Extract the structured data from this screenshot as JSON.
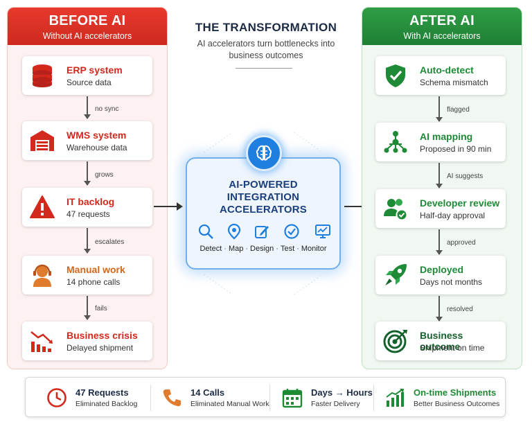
{
  "before": {
    "title": "BEFORE AI",
    "subtitle": "Without AI accelerators",
    "steps": [
      {
        "title": "ERP system",
        "detail": "Source data",
        "icon": "database-icon"
      },
      {
        "title": "WMS system",
        "detail": "Warehouse data",
        "icon": "warehouse-icon"
      },
      {
        "title": "IT backlog",
        "detail": "47 requests",
        "icon": "warning-icon"
      },
      {
        "title": "Manual work",
        "detail": "14 phone calls",
        "icon": "headset-icon"
      },
      {
        "title": "Business crisis",
        "detail": "Delayed shipment",
        "icon": "declining-chart-icon"
      }
    ],
    "connectors": [
      "no sync",
      "grows",
      "escalates",
      "fails"
    ]
  },
  "center": {
    "title": "THE TRANSFORMATION",
    "subtitle": "AI accelerators turn bottlenecks into business outcomes",
    "heading_line1": "AI-POWERED",
    "heading_line2": "INTEGRATION",
    "heading_line3": "ACCELERATORS",
    "tools": [
      "Detect",
      "Map",
      "Design",
      "Test",
      "Monitor"
    ],
    "separator": "·"
  },
  "after": {
    "title": "AFTER AI",
    "subtitle": "With AI accelerators",
    "steps": [
      {
        "title": "Auto-detect",
        "detail": "Schema mismatch",
        "icon": "shield-check-icon"
      },
      {
        "title": "AI mapping",
        "detail": "Proposed in 90 min",
        "icon": "network-icon"
      },
      {
        "title": "Developer review",
        "detail": "Half-day approval",
        "icon": "user-check-icon"
      },
      {
        "title": "Deployed",
        "detail": "Days not months",
        "icon": "rocket-icon"
      },
      {
        "title": "Business outcome",
        "detail": "Shipment on time",
        "icon": "target-icon"
      }
    ],
    "connectors": [
      "flagged",
      "AI suggests",
      "approved",
      "resolved"
    ]
  },
  "stats": [
    {
      "value": "47 Requests",
      "label": "Eliminated Backlog",
      "icon": "clock-icon"
    },
    {
      "value": "14 Calls",
      "label": "Eliminated Manual Work",
      "icon": "phone-icon"
    },
    {
      "value": "Days → Hours",
      "label": "Faster Delivery",
      "icon": "calendar-icon"
    },
    {
      "value": "On-time Shipments",
      "label": "Better Business Outcomes",
      "icon": "growth-chart-icon"
    }
  ],
  "colors": {
    "before_red": "#d3291d",
    "after_green": "#1f8a36",
    "accent_blue": "#1f7fe0",
    "navy": "#1c2b45"
  }
}
